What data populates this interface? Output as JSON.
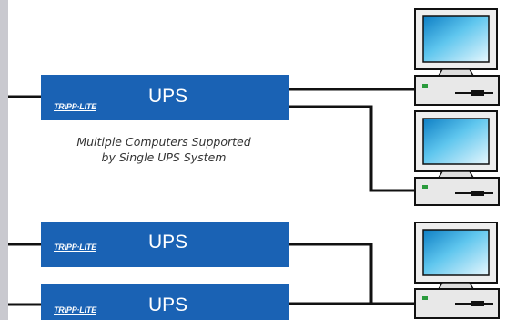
{
  "ups_units": [
    {
      "brand": "TRIPP·LITE",
      "label": "UPS"
    },
    {
      "brand": "TRIPP·LITE",
      "label": "UPS"
    },
    {
      "brand": "TRIPP·LITE",
      "label": "UPS"
    }
  ],
  "caption": {
    "line1": "Multiple Computers Supported",
    "line2": "by Single UPS System"
  },
  "colors": {
    "ups_fill": "#1a62b4",
    "monitor_screen": "#2aa3d8",
    "sidebar": "#c9c9cf",
    "cable": "#111111"
  }
}
